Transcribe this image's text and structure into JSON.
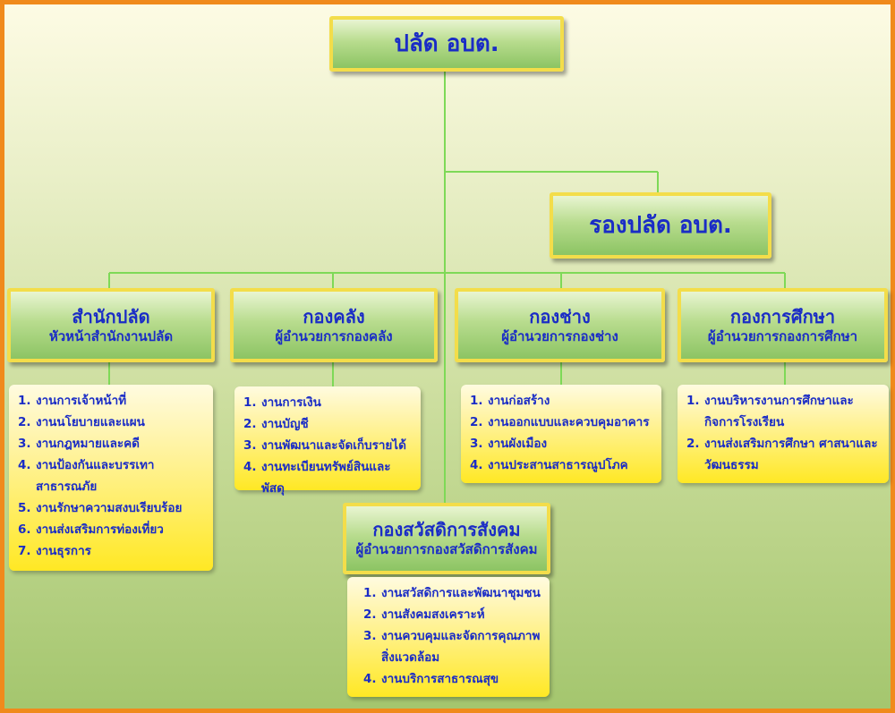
{
  "top": {
    "title": "ปลัด อบต."
  },
  "deputy": {
    "title": "รองปลัด อบต."
  },
  "divisions": [
    {
      "name": "สำนักปลัด",
      "head": "หัวหน้าสำนักงานปลัด",
      "items": [
        "งานการเจ้าหน้าที่",
        "งานนโยบายและแผน",
        "งานกฎหมายและคดี",
        "งานป้องกันและบรรเทาสาธารณภัย",
        "งานรักษาความสงบเรียบร้อย",
        "งานส่งเสริมการท่องเที่ยว",
        "งานธุรการ"
      ]
    },
    {
      "name": "กองคลัง",
      "head": "ผู้อำนวยการกองคลัง",
      "items": [
        "งานการเงิน",
        "งานบัญชี",
        "งานพัฒนาและจัดเก็บรายได้",
        "งานทะเบียนทรัพย์สินและพัสดุ"
      ]
    },
    {
      "name": "กองช่าง",
      "head": "ผู้อำนวยการกองช่าง",
      "items": [
        "งานก่อสร้าง",
        "งานออกแบบและควบคุมอาคาร",
        "งานผังเมือง",
        "งานประสานสาธารณูปโภค"
      ]
    },
    {
      "name": "กองการศึกษา",
      "head": "ผู้อำนวยการกองการศึกษา",
      "items": [
        "งานบริหารงานการศึกษาและกิจการโรงเรียน",
        "งานส่งเสริมการศึกษา ศาสนาและวัฒนธรรม"
      ]
    },
    {
      "name": "กองสวัสดิการสังคม",
      "head": "ผู้อำนวยการกองสวัสดิการสังคม",
      "items": [
        "งานสวัสดิการและพัฒนาชุมชน",
        "งานสังคมสงเคราะห์",
        "งานควบคุมและจัดการคุณภาพสิ่งแวดล้อม",
        "งานบริการสาธารณสุข"
      ]
    }
  ],
  "colors": {
    "connector": "#7ed957",
    "title_text": "#1a2cc6",
    "frame": "#f08a1c"
  }
}
